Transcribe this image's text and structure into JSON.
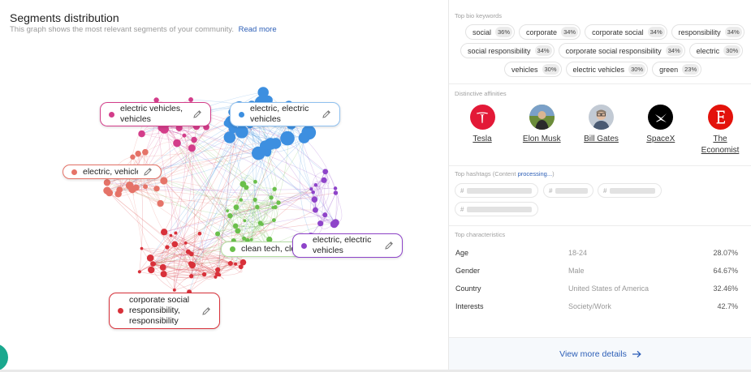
{
  "header": {
    "title": "Segments distribution",
    "subtitle": "This graph shows the most relevant segments of your community.",
    "read_more": "Read more"
  },
  "colors": {
    "pink": "#d33d8a",
    "blue": "#3d8fe0",
    "salmon": "#e57368",
    "green": "#6abf4b",
    "purple": "#8e44c9",
    "red": "#d8313a",
    "link": "#2d5fb7",
    "teal": "#1aa88e"
  },
  "segments": [
    {
      "label": "electric vehicles, vehicles",
      "color": "#d33d8a"
    },
    {
      "label": "electric, electric vehicles",
      "color": "#3d8fe0"
    },
    {
      "label": "electric, vehicles",
      "color": "#e57368"
    },
    {
      "label": "clean tech, cle",
      "color": "#6abf4b"
    },
    {
      "label": "electric, electric vehicles",
      "color": "#8e44c9"
    },
    {
      "label": "corporate social responsibility, responsibility",
      "color": "#d8313a"
    }
  ],
  "bio_keywords": {
    "label": "Top bio keywords",
    "items": [
      {
        "word": "social",
        "pct": "36%"
      },
      {
        "word": "corporate",
        "pct": "34%"
      },
      {
        "word": "corporate social",
        "pct": "34%"
      },
      {
        "word": "responsibility",
        "pct": "34%"
      },
      {
        "word": "social responsibility",
        "pct": "34%"
      },
      {
        "word": "corporate social responsibility",
        "pct": "34%"
      },
      {
        "word": "electric",
        "pct": "30%"
      },
      {
        "word": "vehicles",
        "pct": "30%"
      },
      {
        "word": "electric vehicles",
        "pct": "30%"
      },
      {
        "word": "green",
        "pct": "23%"
      }
    ]
  },
  "affinities": {
    "label": "Distinctive affinities",
    "items": [
      {
        "name": "Tesla",
        "icon": "tesla-logo-icon",
        "color": "#e31937"
      },
      {
        "name": "Elon Musk",
        "icon": "elon-musk-avatar",
        "color": "#6b8c3a"
      },
      {
        "name": "Bill Gates",
        "icon": "bill-gates-avatar",
        "color": "#9aa5b4"
      },
      {
        "name": "SpaceX",
        "icon": "spacex-logo-icon",
        "color": "#000000"
      },
      {
        "name": "The Economist",
        "icon": "economist-logo-icon",
        "color": "#e3120b"
      }
    ]
  },
  "hashtags": {
    "label": "Top hashtags (Content",
    "processing": "processing...",
    "label_end": ")",
    "hash": "#"
  },
  "characteristics": {
    "label": "Top characteristics",
    "rows": [
      {
        "key": "Age",
        "value": "18-24",
        "pct": "28.07%"
      },
      {
        "key": "Gender",
        "value": "Male",
        "pct": "64.67%"
      },
      {
        "key": "Country",
        "value": "United States of America",
        "pct": "32.46%"
      },
      {
        "key": "Interests",
        "value": "Society/Work",
        "pct": "42.7%"
      }
    ]
  },
  "footer": {
    "view_more": "View more details"
  }
}
